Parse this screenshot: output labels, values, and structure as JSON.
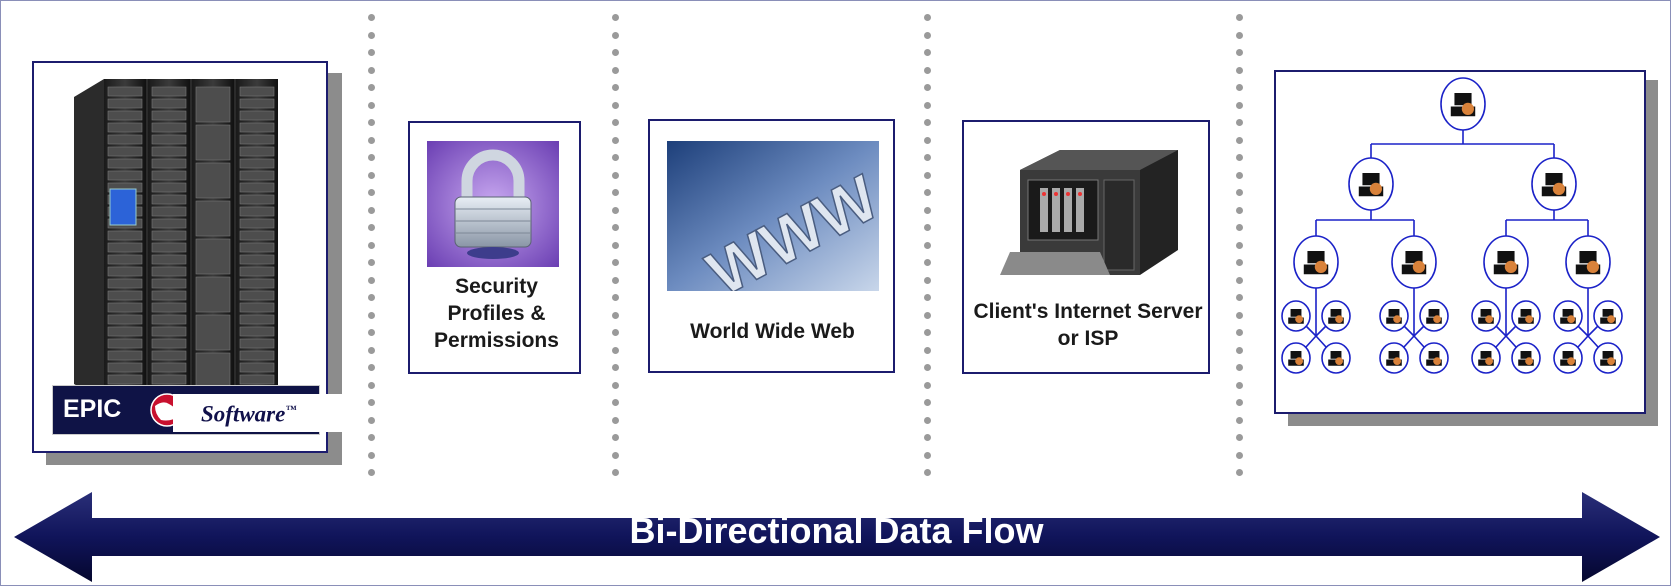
{
  "panels": {
    "epic": {
      "brand_main": "EPIC",
      "brand_software": "Software",
      "brand_tm": "™"
    },
    "security": {
      "label": "Security Profiles & Permissions"
    },
    "web": {
      "label": "World Wide Web",
      "image_text": "WWW"
    },
    "server": {
      "label": "Client's Internet Server or ISP"
    },
    "network": {
      "levels": [
        1,
        2,
        4,
        16
      ]
    }
  },
  "flow": {
    "label": "Bi-Directional Data Flow"
  },
  "colors": {
    "arrow": "#14185c",
    "border": "#1c1c6e",
    "dots": "#9a9a9a",
    "shadow": "#8c8c8c",
    "node": "#1b22c8"
  }
}
